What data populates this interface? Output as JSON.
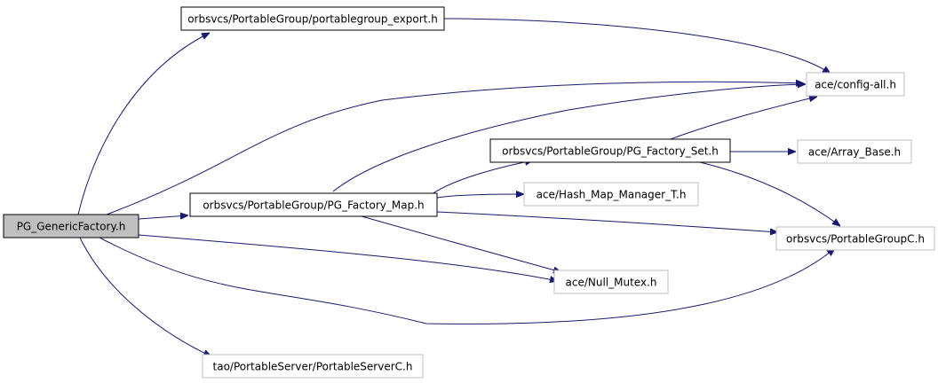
{
  "colors": {
    "edge": "#191970",
    "border_strong": "#000000",
    "border_faint": "#bfbfbf",
    "root_fill": "#bfbfbf",
    "fill": "#ffffff"
  },
  "nodes": {
    "root": {
      "label": "PG_GenericFactory.h",
      "style": "root"
    },
    "export_h": {
      "label": "orbsvcs/PortableGroup/portablegroup_export.h",
      "style": "strong"
    },
    "config_all": {
      "label": "ace/config-all.h",
      "style": "faint"
    },
    "factory_set": {
      "label": "orbsvcs/PortableGroup/PG_Factory_Set.h",
      "style": "strong"
    },
    "array_base": {
      "label": "ace/Array_Base.h",
      "style": "faint"
    },
    "factory_map": {
      "label": "orbsvcs/PortableGroup/PG_Factory_Map.h",
      "style": "strong"
    },
    "hash_map": {
      "label": "ace/Hash_Map_Manager_T.h",
      "style": "faint"
    },
    "portablegroupc": {
      "label": "orbsvcs/PortableGroupC.h",
      "style": "faint"
    },
    "null_mutex": {
      "label": "ace/Null_Mutex.h",
      "style": "faint"
    },
    "portableserverc": {
      "label": "tao/PortableServer/PortableServerC.h",
      "style": "faint"
    }
  },
  "edges": [
    {
      "from": "root",
      "to": "export_h"
    },
    {
      "from": "root",
      "to": "config_all"
    },
    {
      "from": "root",
      "to": "factory_map"
    },
    {
      "from": "root",
      "to": "null_mutex"
    },
    {
      "from": "root",
      "to": "portablegroupc"
    },
    {
      "from": "root",
      "to": "portableserverc"
    },
    {
      "from": "export_h",
      "to": "config_all"
    },
    {
      "from": "factory_set",
      "to": "config_all"
    },
    {
      "from": "factory_set",
      "to": "array_base"
    },
    {
      "from": "factory_set",
      "to": "portablegroupc"
    },
    {
      "from": "factory_map",
      "to": "config_all"
    },
    {
      "from": "factory_map",
      "to": "factory_set"
    },
    {
      "from": "factory_map",
      "to": "hash_map"
    },
    {
      "from": "factory_map",
      "to": "portablegroupc"
    },
    {
      "from": "factory_map",
      "to": "null_mutex"
    }
  ]
}
